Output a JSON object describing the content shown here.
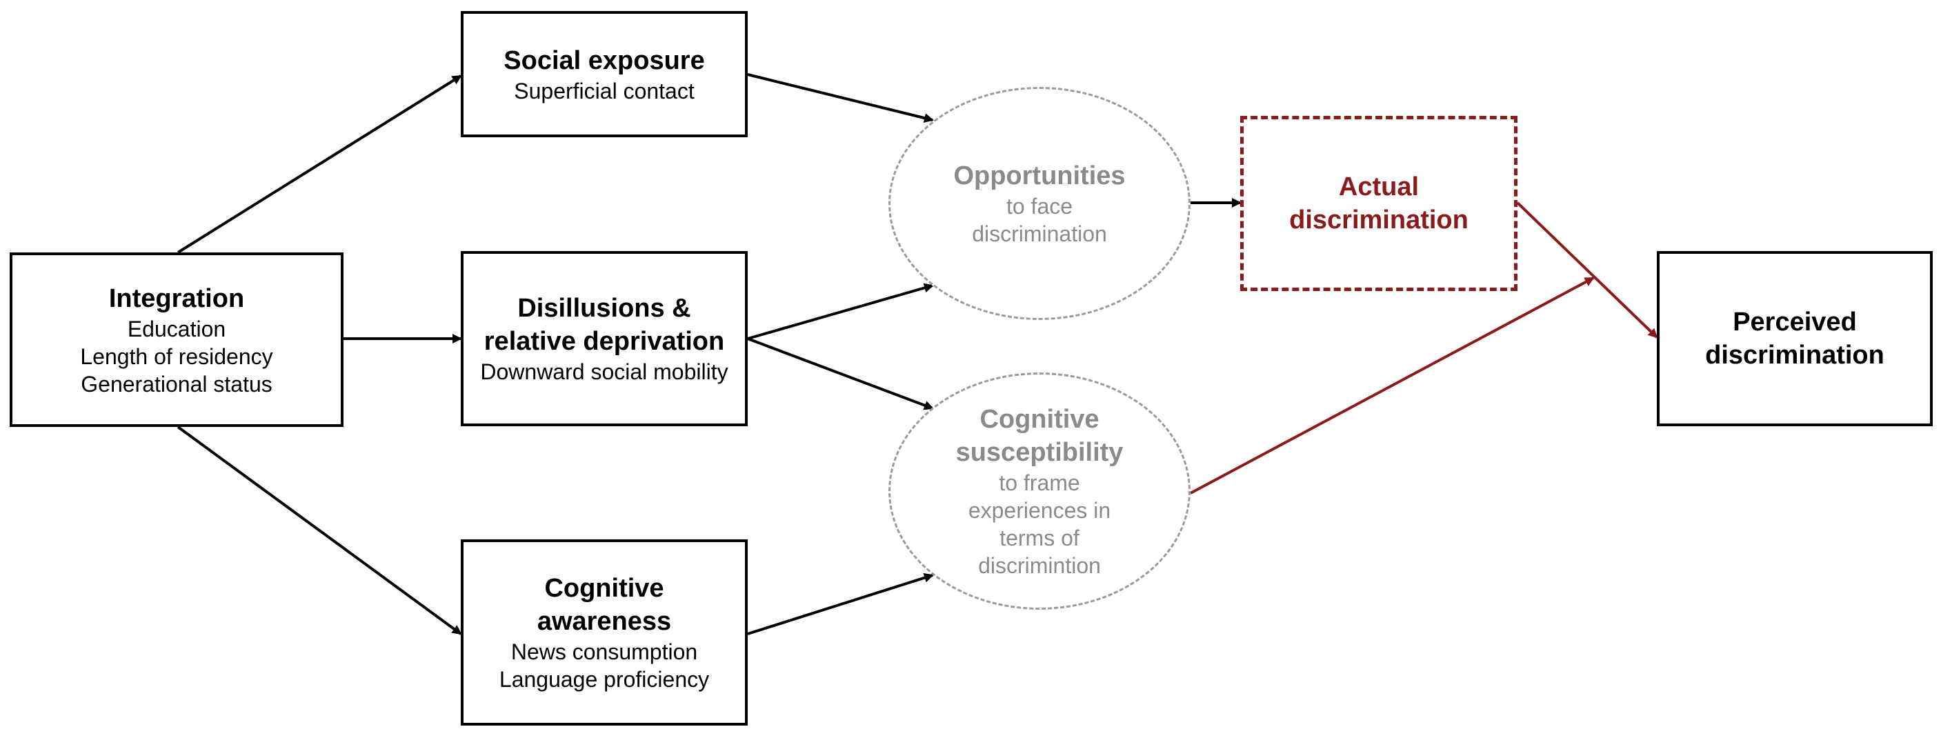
{
  "nodes": {
    "integration": {
      "title": "Integration",
      "lines": [
        "Education",
        "Length of residency",
        "Generational status"
      ]
    },
    "social_exposure": {
      "title": "Social exposure",
      "lines": [
        "Superficial contact"
      ]
    },
    "disillusions": {
      "title_lines": [
        "Disillusions &",
        "relative deprivation"
      ],
      "lines": [
        "Downward social mobility"
      ]
    },
    "cognitive_awareness": {
      "title_lines": [
        "Cognitive",
        "awareness"
      ],
      "lines": [
        "News consumption",
        "Language proficiency"
      ]
    },
    "opportunities": {
      "title": "Opportunities",
      "lines": [
        "to face",
        "discrimination"
      ]
    },
    "cognitive_susceptibility": {
      "title_lines": [
        "Cognitive",
        "susceptibility"
      ],
      "lines": [
        "to frame",
        "experiences in",
        "terms of",
        "discrimintion"
      ]
    },
    "actual_discrimination": {
      "title_lines": [
        "Actual",
        "discrimination"
      ]
    },
    "perceived_discrimination": {
      "title_lines": [
        "Perceived",
        "discrimination"
      ]
    }
  },
  "colors": {
    "box_border": "#000000",
    "ellipse_border": "#9a9a9a",
    "ellipse_text": "#8a8a8a",
    "highlight": "#8b1a1a",
    "arrow_black": "#000000"
  }
}
